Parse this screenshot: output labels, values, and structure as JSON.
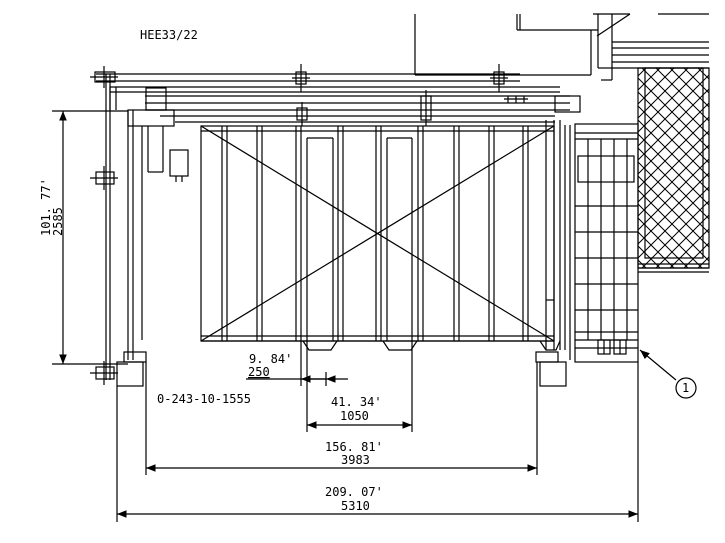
{
  "drawing": {
    "document_code": "HEE33/22",
    "part_number": "0-243-10-1555",
    "callout_number": "1",
    "dimensions": {
      "height_in": "101. 77'",
      "height_mm": "2585",
      "offset_in": "9. 84'",
      "offset_mm": "250",
      "door_in": "41. 34'",
      "door_mm": "1050",
      "inner_in": "156. 81'",
      "inner_mm": "3983",
      "overall_in": "209. 07'",
      "overall_mm": "5310"
    }
  }
}
